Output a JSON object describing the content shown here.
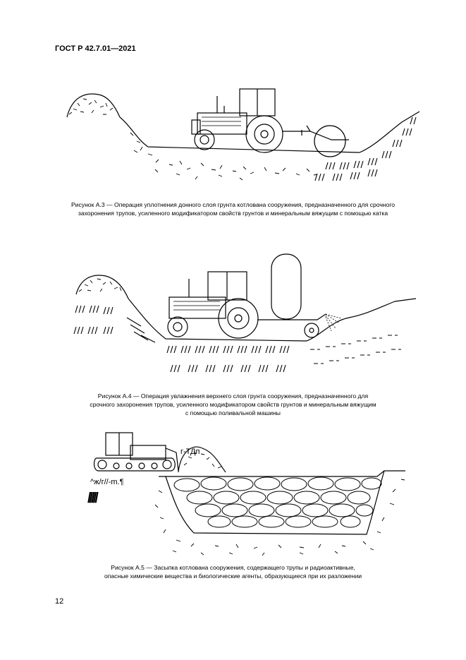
{
  "header": {
    "standard": "ГОСТ Р 42.7.01—2021"
  },
  "figures": [
    {
      "caption_lines": [
        "Рисунок А.3 — Операция уплотнения донного слоя грунта котлована сооружения, предназначенного для срочного",
        "захоронения трупов, усиленного модификатором свойств грунтов и минеральным вяжущим с помощью катка"
      ]
    },
    {
      "caption_lines": [
        "Рисунок А.4 — Операция увлажнения верхнего слоя грунта сооружения, предназначенного для",
        "срочного захоронения трупов, усиленного модификатором свойств грунтов и минеральным вяжущим",
        "с помощью поливальной машины"
      ]
    },
    {
      "caption_lines": [
        "Рисунок А.5 — Засыпка котлована сооружения, содержащего трупы и радиоактивные,",
        "опасные химические вещества и биологические агенты, образующиеся при их разложении"
      ],
      "embedded_text": [
        "г-ТДп",
        "^ж/г//-m.¶",
        "/////"
      ]
    }
  ],
  "page_number": "12"
}
